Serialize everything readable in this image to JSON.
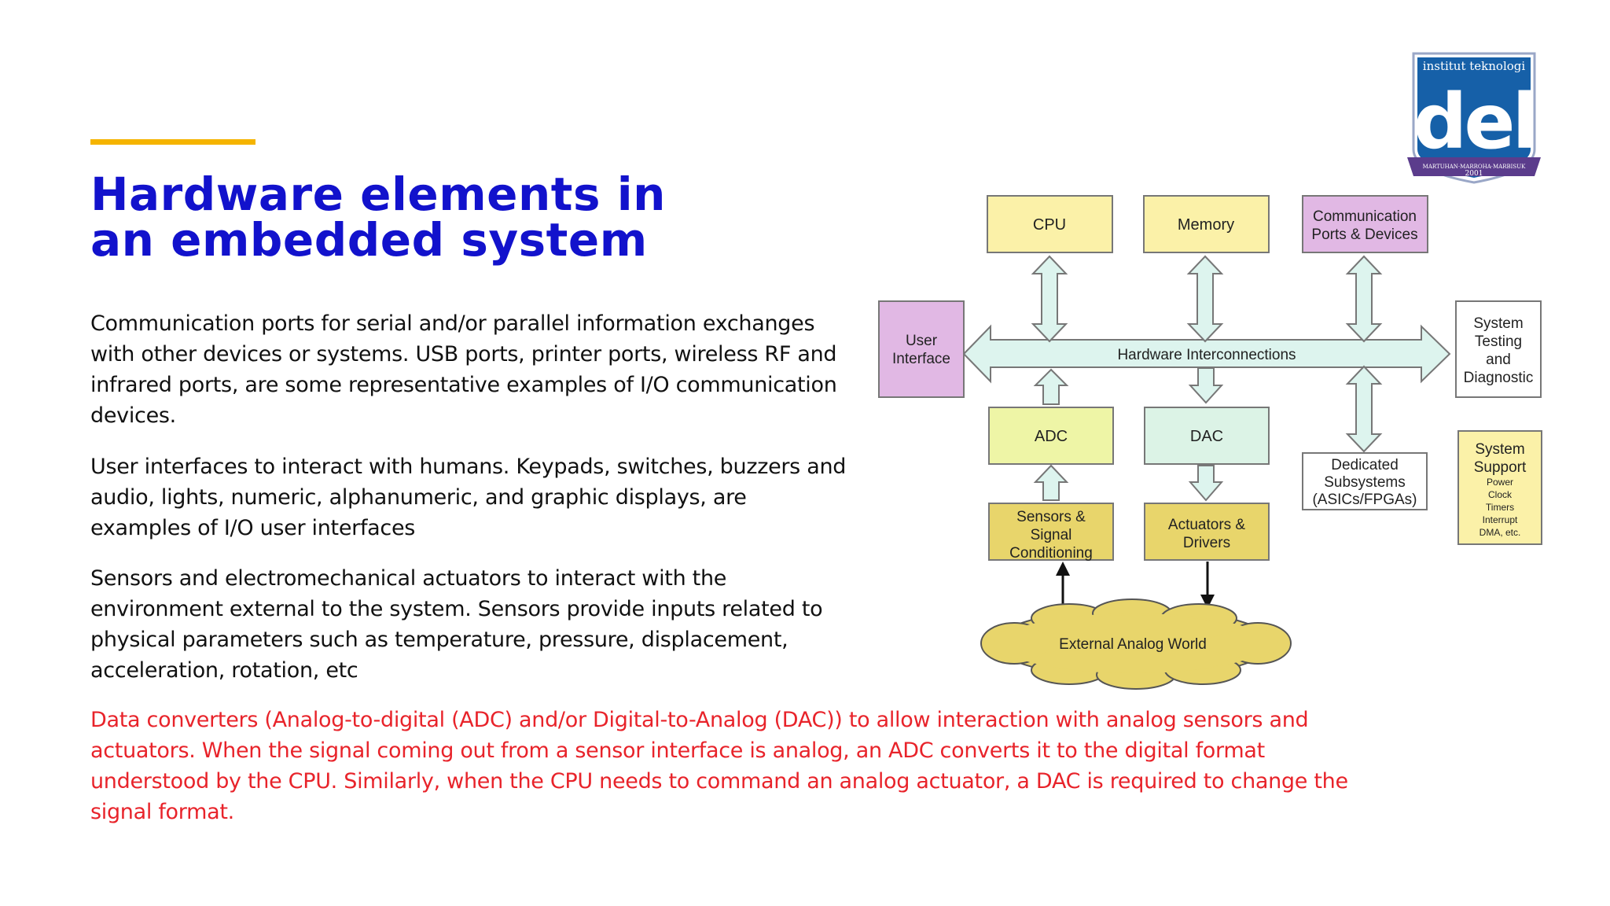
{
  "slide": {
    "title_line1": "Hardware elements in",
    "title_line2": "an embedded system",
    "paragraphs": [
      "Communication ports for serial and/or parallel information exchanges with other devices or systems. USB ports, printer ports, wireless RF and infrared ports, are some representative examples of I/O communication devices.",
      "User interfaces to interact with humans. Keypads, switches, buzzers and audio, lights, numeric, alphanumeric, and graphic displays, are examples of I/O user interfaces",
      "Sensors and electromechanical actuators to interact with the environment external to the system. Sensors provide inputs related to physical parameters such as temperature, pressure, displacement, acceleration, rotation, etc"
    ],
    "highlight_paragraph": "Data converters (Analog-to-digital (ADC) and/or Digital-to-Analog (DAC)) to allow interaction with analog sensors and actuators. When the signal coming out from a sensor interface is analog, an ADC converts it to the digital format understood by the CPU. Similarly, when the CPU needs to command an analog actuator, a DAC is required to change the signal format."
  },
  "logo": {
    "top_text": "institut teknologi",
    "main_text": "del",
    "motto": "MARTUHAN·MARROHA·MARBISUK",
    "year": "2001"
  },
  "diagram": {
    "cpu": "CPU",
    "memory": "Memory",
    "comm_line1": "Communication",
    "comm_line2": "Ports & Devices",
    "ui_line1": "User",
    "ui_line2": "Interface",
    "bus": "Hardware Interconnections",
    "sys_test_line1": "System",
    "sys_test_line2": "Testing",
    "sys_test_line3": "and",
    "sys_test_line4": "Diagnostic",
    "adc": "ADC",
    "dac": "DAC",
    "dedicated_line1": "Dedicated",
    "dedicated_line2": "Subsystems",
    "dedicated_line3": "(ASICs/FPGAs)",
    "support_line1": "System",
    "support_line2": "Support",
    "support_items": [
      "Power",
      "Clock",
      "Timers",
      "Interrupt",
      "DMA, etc."
    ],
    "sensors_line1": "Sensors &",
    "sensors_line2": "Signal",
    "sensors_line3": "Conditioning",
    "actuators_line1": "Actuators &",
    "actuators_line2": "Drivers",
    "world": "External Analog World"
  },
  "colors": {
    "title": "#1212cc",
    "accent_bar": "#f5b400",
    "highlight_text": "#e8232a",
    "pale_yellow": "#fbf1a8",
    "lavender": "#e1b8e4",
    "mint": "#dcf3e6",
    "arrow_fill": "#ddf4ee",
    "lime": "#eef5a6",
    "khaki": "#e8d56b",
    "logo_blue": "#1660a8",
    "logo_purple": "#5b3c8c"
  }
}
